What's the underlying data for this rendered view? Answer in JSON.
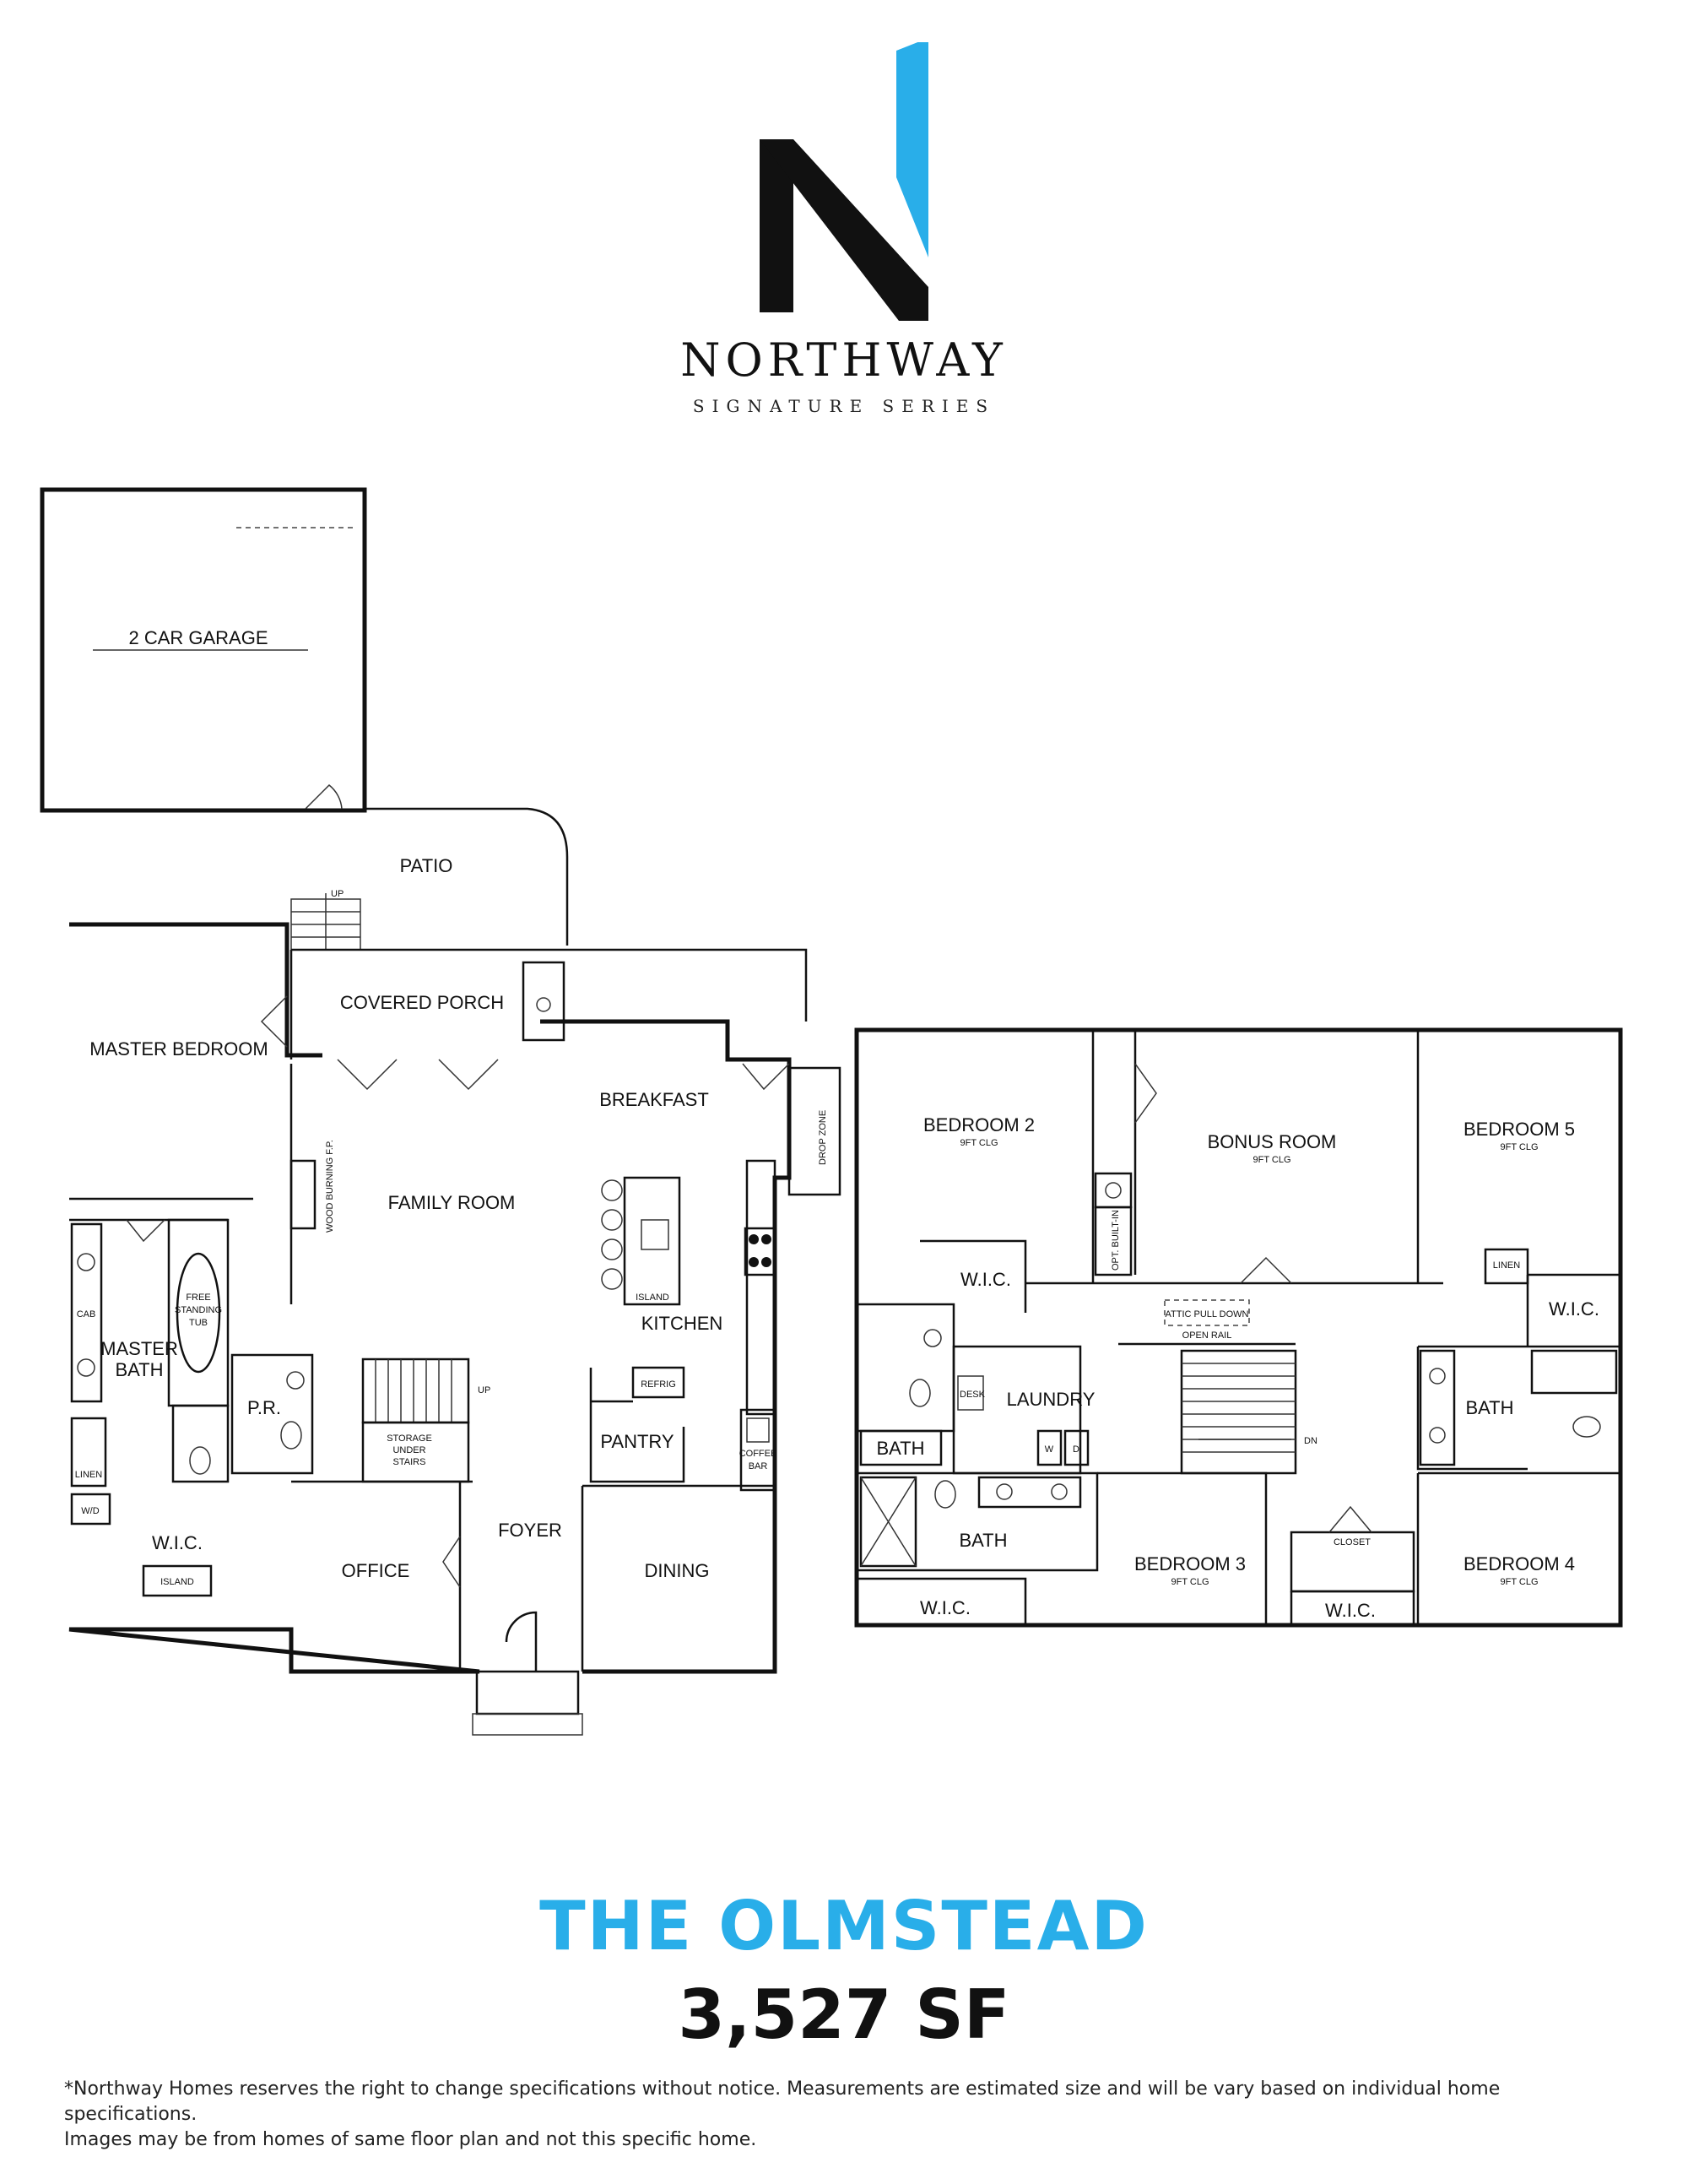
{
  "brand": {
    "name": "NORTHWAY",
    "series": "SIGNATURE SERIES",
    "colors": {
      "black": "#111111",
      "blue": "#29aee9"
    }
  },
  "plan": {
    "name": "THE OLMSTEAD",
    "area": "3,527 SF"
  },
  "first_floor": {
    "garage": "2 CAR GARAGE",
    "patio": "PATIO",
    "covered_porch": "COVERED PORCH",
    "master_bedroom": "MASTER BEDROOM",
    "breakfast": "BREAKFAST",
    "drop_zone": "DROP ZONE",
    "family_room": "FAMILY ROOM",
    "wood_fp": "WOOD BURNING F.P.",
    "island": "ISLAND",
    "kitchen": "KITCHEN",
    "master_bath_1": "MASTER",
    "master_bath_2": "BATH",
    "cab": "CAB",
    "tub_1": "FREE",
    "tub_2": "STANDING",
    "tub_3": "TUB",
    "pr": "P.R.",
    "linen": "LINEN",
    "wd": "W/D",
    "refrig": "REFRIG",
    "pantry": "PANTRY",
    "coffee_bar_1": "COFFEE",
    "coffee_bar_2": "BAR",
    "storage_1": "STORAGE",
    "storage_2": "UNDER",
    "storage_3": "STAIRS",
    "up_stairs": "UP",
    "up_patio": "UP",
    "foyer": "FOYER",
    "wic": "W.I.C.",
    "wic_island": "ISLAND",
    "office": "OFFICE",
    "dining": "DINING"
  },
  "second_floor": {
    "bedroom2": "BEDROOM 2",
    "bedroom2_clg": "9FT CLG",
    "bonus_room": "BONUS ROOM",
    "bonus_clg": "9FT CLG",
    "bedroom5": "BEDROOM 5",
    "bedroom5_clg": "9FT CLG",
    "opt_builtin": "OPT. BUILT-IN",
    "wic_bed2": "W.I.C.",
    "attic": "ATTIC PULL DOWN",
    "open_rail": "OPEN RAIL",
    "linen": "LINEN",
    "wic_bed5": "W.I.C.",
    "desk": "DESK",
    "laundry": "LAUNDRY",
    "washer": "W",
    "dryer": "D",
    "bath_left": "BATH",
    "bath_right": "BATH",
    "dn": "DN",
    "bath_mid": "BATH",
    "closet": "CLOSET",
    "bedroom3": "BEDROOM 3",
    "bedroom3_clg": "9FT CLG",
    "bedroom4": "BEDROOM 4",
    "bedroom4_clg": "9FT CLG",
    "wic_bed3": "W.I.C.",
    "wic_bed4": "W.I.C."
  },
  "disclaimer": {
    "line1": "*Northway Homes reserves the right to change specifications without notice. Measurements are estimated size and will be vary based on individual home specifications.",
    "line2": "Images may be from homes of same floor plan and not this specific home."
  }
}
